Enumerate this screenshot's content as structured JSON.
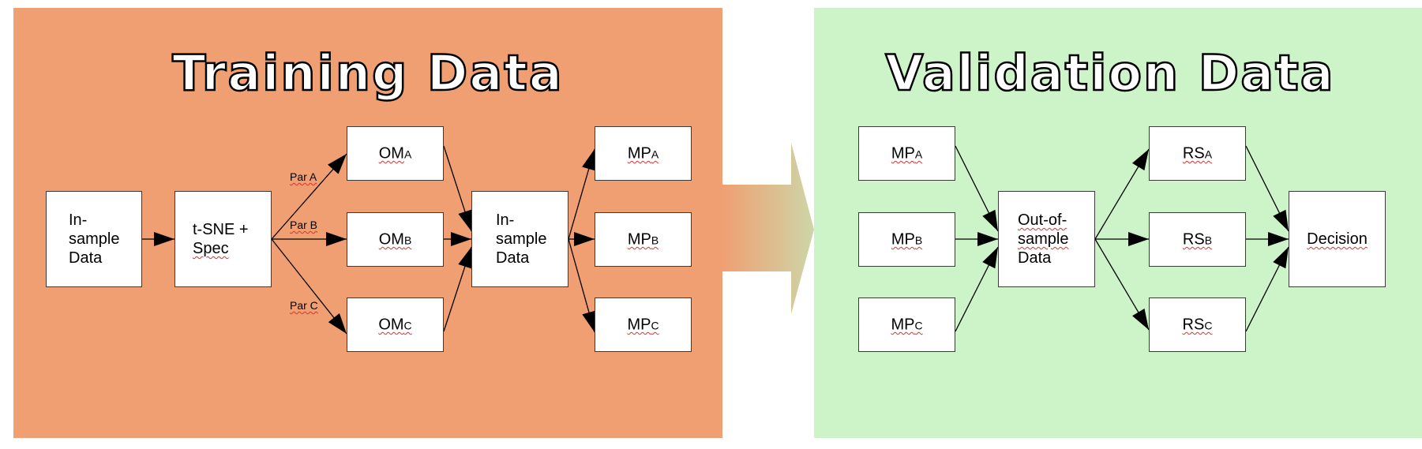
{
  "training_panel": {
    "title": "Training Data",
    "boxes": {
      "insample": [
        "In-",
        "sample",
        "Data"
      ],
      "tsne": [
        "t-SNE +",
        "Spec"
      ],
      "om_a": {
        "main": "OM",
        "sub": "A"
      },
      "om_b": {
        "main": "OM",
        "sub": "B"
      },
      "om_c": {
        "main": "OM",
        "sub": "C"
      },
      "insample2": [
        "In-",
        "sample",
        "Data"
      ],
      "mp_a": {
        "main": "MP",
        "sub": "A"
      },
      "mp_b": {
        "main": "MP",
        "sub": "B"
      },
      "mp_c": {
        "main": "MP",
        "sub": "C"
      }
    },
    "par_labels": {
      "a": "Par A",
      "b": "Par B",
      "c": "Par C"
    }
  },
  "validation_panel": {
    "title": "Validation Data",
    "boxes": {
      "mp_a": {
        "main": "MP",
        "sub": "A"
      },
      "mp_b": {
        "main": "MP",
        "sub": "B"
      },
      "mp_c": {
        "main": "MP",
        "sub": "C"
      },
      "outofsample": [
        "Out-of-",
        "sample",
        "Data"
      ],
      "rs_a": {
        "main": "RS",
        "sub": "A"
      },
      "rs_b": {
        "main": "RS",
        "sub": "B"
      },
      "rs_c": {
        "main": "RS",
        "sub": "C"
      },
      "decision": "Decision"
    }
  },
  "colors": {
    "training_bg": "#f09f72",
    "validation_bg": "#cdf3c8",
    "transition_arrow_start": "#f09f72",
    "transition_arrow_end": "#cdd6a8"
  }
}
